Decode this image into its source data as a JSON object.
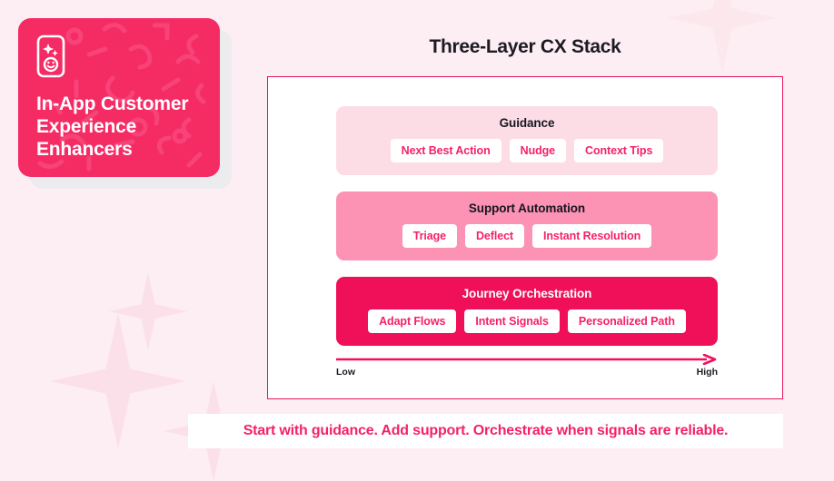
{
  "hero": {
    "title": "In-App Customer Experience Enhancers",
    "icon": "phone-sparkle-smiley-icon",
    "bg_color": "#F52B64"
  },
  "panel": {
    "title": "Three-Layer CX Stack",
    "border_color": "#E8155C",
    "background": "#FFFFFF"
  },
  "chart_data": {
    "type": "bar",
    "title": "Three-Layer CX Stack",
    "xlabel": "",
    "ylabel": "",
    "orientation": "stacked-layers",
    "legend": "none",
    "grid": false,
    "axis": {
      "low_label": "Low",
      "high_label": "High",
      "direction": "left-to-right",
      "meaning": "maturity / signal reliability"
    },
    "categories": [
      "Guidance",
      "Support Automation",
      "Journey Orchestration"
    ],
    "values": [
      1,
      2,
      3
    ],
    "series": [
      {
        "name": "Guidance",
        "level": 1,
        "color": "#FCDDE6",
        "title_color": "#161620",
        "items": [
          "Next Best Action",
          "Nudge",
          "Context Tips"
        ]
      },
      {
        "name": "Support Automation",
        "level": 2,
        "color": "#FC92B4",
        "title_color": "#161620",
        "items": [
          "Triage",
          "Deflect",
          "Instant Resolution"
        ]
      },
      {
        "name": "Journey Orchestration",
        "level": 3,
        "color": "#EF1059",
        "title_color": "#FFFFFF",
        "items": [
          "Adapt Flows",
          "Intent Signals",
          "Personalized Path"
        ]
      }
    ]
  },
  "footer": {
    "text": "Start with guidance. Add support. Orchestrate when signals are reliable.",
    "color": "#F4216A"
  },
  "colors": {
    "page_background": "#FDEEF3",
    "accent": "#F4216A",
    "sparkle": "#FBDDE6"
  }
}
